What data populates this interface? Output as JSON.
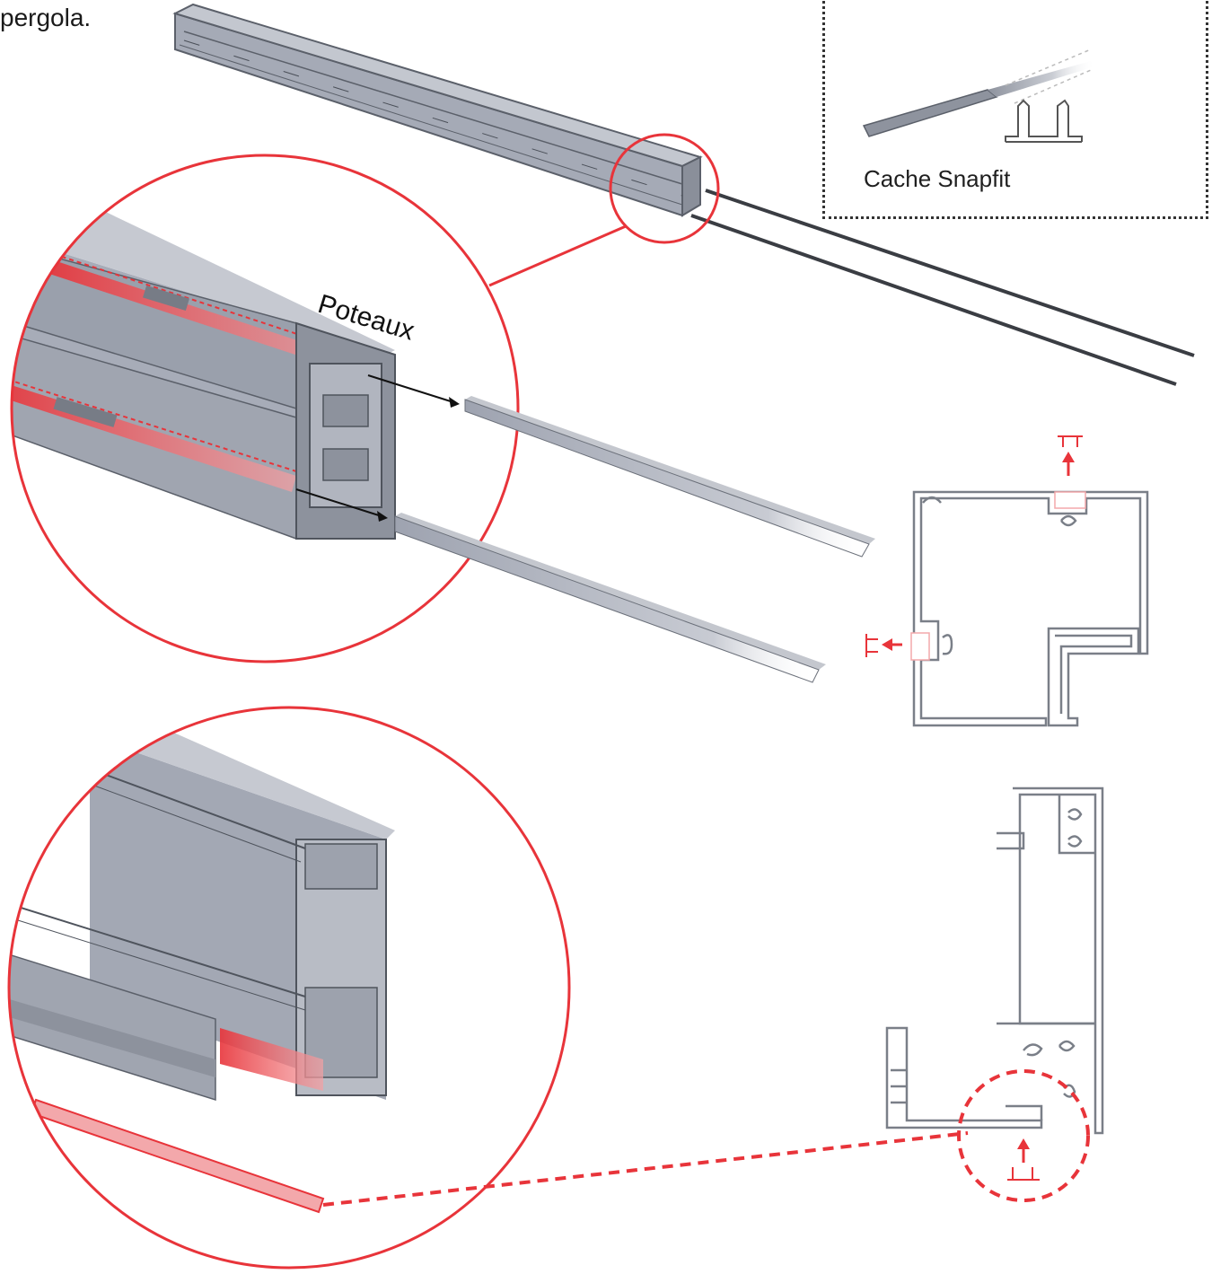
{
  "intro_text": "pergola.",
  "legend": {
    "label": "Cache Snapfit"
  },
  "callout": {
    "label": "Poteaux"
  },
  "colors": {
    "accent_red": "#e8343a",
    "profile_gray": "#a9aebb",
    "profile_dark": "#6f7480",
    "outline": "#555a63"
  },
  "icons": [
    "snapfit-profile-icon",
    "arrow-right-icon",
    "arrow-up-icon",
    "arrow-left-icon"
  ]
}
